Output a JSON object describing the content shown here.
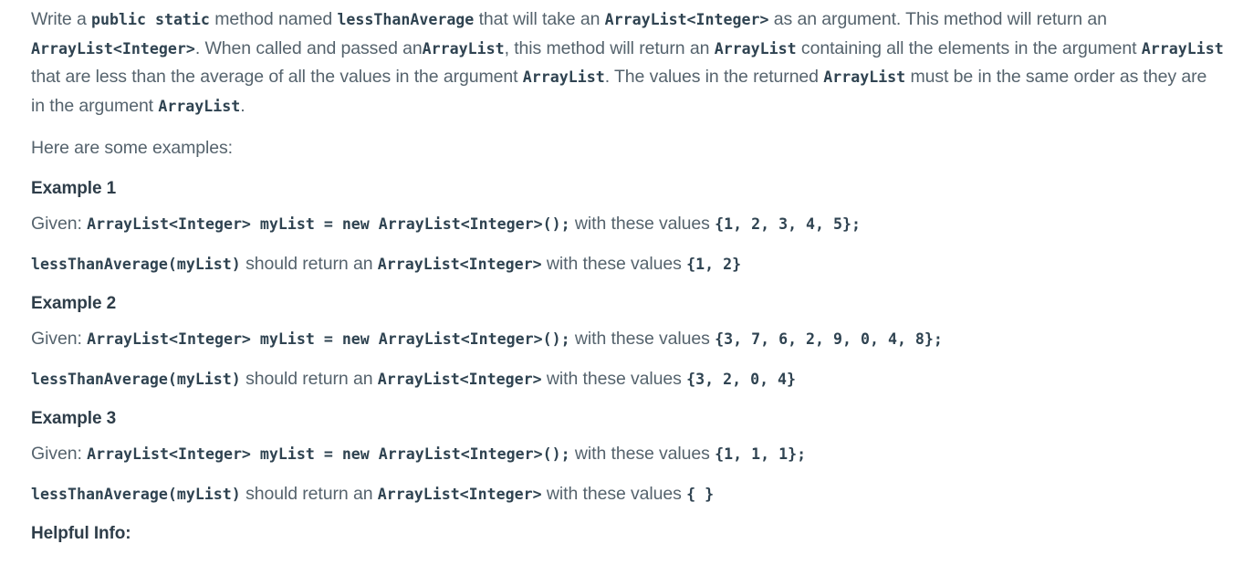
{
  "document": {
    "intro": {
      "segments": [
        {
          "type": "text",
          "value": "Write a "
        },
        {
          "type": "code",
          "value": "public static"
        },
        {
          "type": "text",
          "value": " method named "
        },
        {
          "type": "code",
          "value": "lessThanAverage"
        },
        {
          "type": "text",
          "value": " that will take an "
        },
        {
          "type": "code",
          "value": "ArrayList<Integer>"
        },
        {
          "type": "text",
          "value": " as an argument. This method will return an "
        },
        {
          "type": "code",
          "value": "ArrayList<Integer>"
        },
        {
          "type": "text",
          "value": ". When called and passed an"
        },
        {
          "type": "code",
          "value": "ArrayList"
        },
        {
          "type": "text",
          "value": ", this method will return an "
        },
        {
          "type": "code",
          "value": "ArrayList"
        },
        {
          "type": "text",
          "value": " containing all the elements in the argument "
        },
        {
          "type": "code",
          "value": "ArrayList"
        },
        {
          "type": "text",
          "value": " that are less than the average of all the values in the argument "
        },
        {
          "type": "code",
          "value": "ArrayList"
        },
        {
          "type": "text",
          "value": ". The values in the returned "
        },
        {
          "type": "code",
          "value": "ArrayList"
        },
        {
          "type": "text",
          "value": " must be in the same order as they are in the argument "
        },
        {
          "type": "code",
          "value": "ArrayList"
        },
        {
          "type": "text",
          "value": "."
        }
      ],
      "plain": "Write a public static method named lessThanAverage that will take an ArrayList<Integer> as an argument. This method will return an ArrayList<Integer>. When called and passed anArrayList, this method will return an ArrayList containing all the elements in the argument ArrayList that are less than the average of all the values in the argument ArrayList. The values in the returned ArrayList must be in the same order as they are in the argument ArrayList."
    },
    "examples_intro": "Here are some examples:",
    "labels": {
      "given_prefix": "Given:",
      "declaration": "ArrayList<Integer> myList = new ArrayList<Integer>();",
      "with_values": "with these values",
      "call_suffix": "should return an",
      "return_type": "ArrayList<Integer>",
      "semicolon": ";"
    },
    "examples": [
      {
        "heading": "Example 1",
        "call": "lessThanAverage(myList)",
        "input_values": "{1, 2, 3, 4, 5}",
        "output_values": "{1, 2}"
      },
      {
        "heading": "Example 2",
        "call": "lessThanAverage(myList)",
        "input_values": "{3, 7, 6, 2, 9, 0, 4, 8}",
        "output_values": "{3, 2, 0, 4}"
      },
      {
        "heading": "Example 3",
        "call": "lessThanAverage(myList)",
        "input_values": "{1, 1, 1}",
        "output_values": "{ }"
      }
    ],
    "helpful_info_heading": "Helpful Info:",
    "colors": {
      "background": "#ffffff",
      "body_text": "#55636d",
      "heading_text": "#2e3d49",
      "code_text": "#2f4351"
    }
  }
}
